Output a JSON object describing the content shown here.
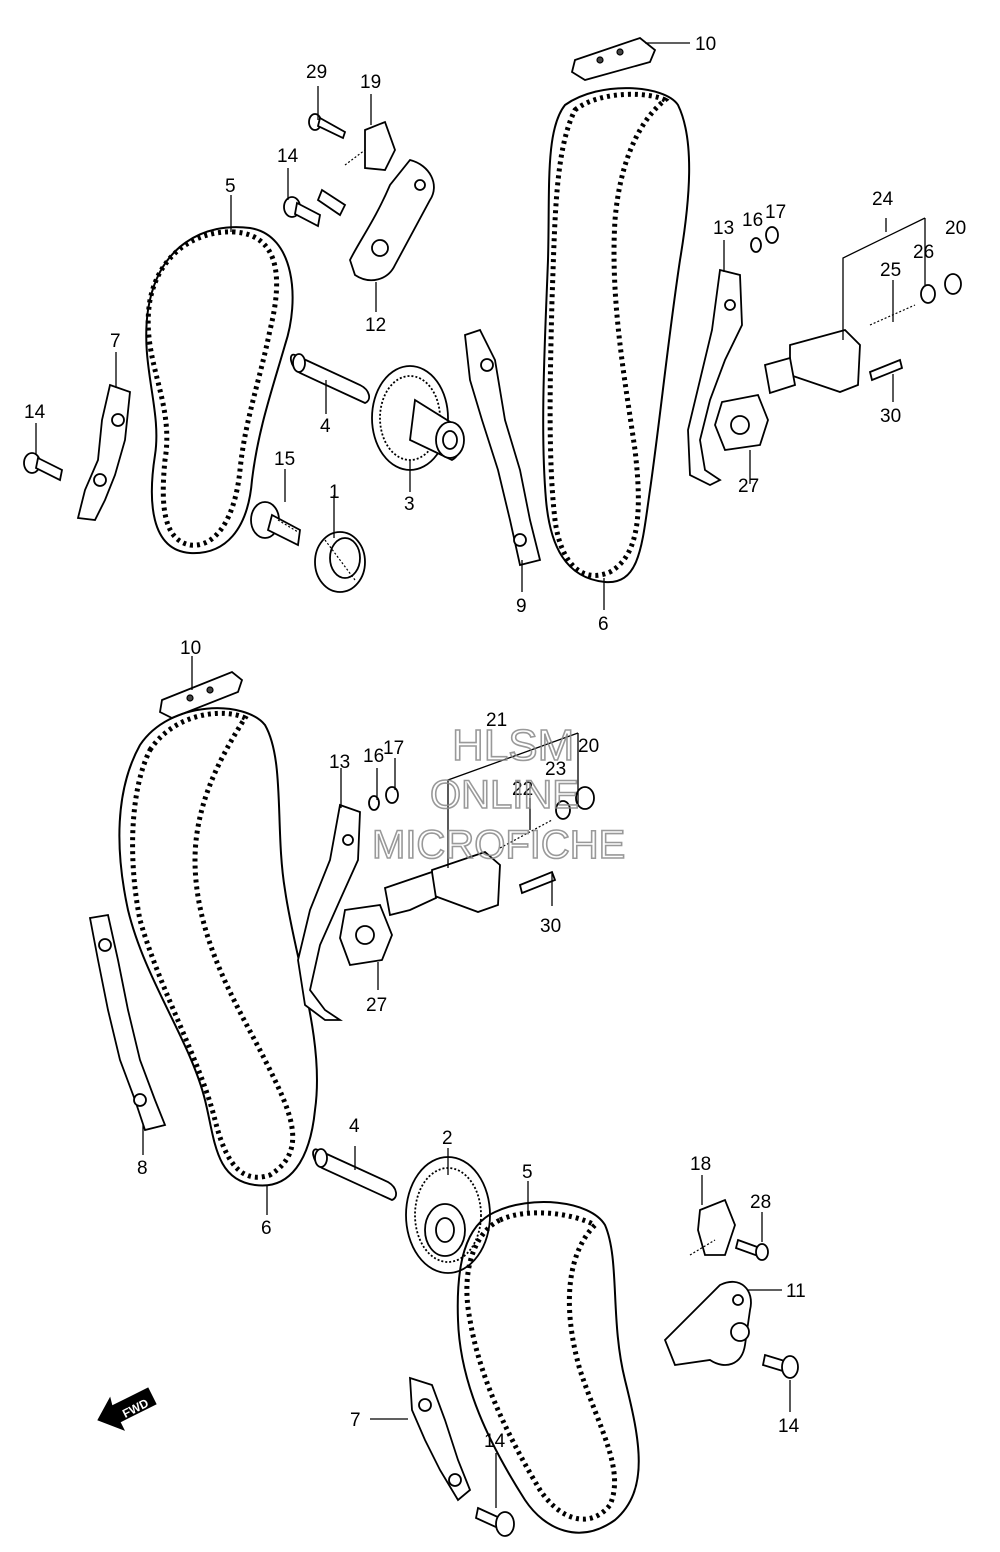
{
  "watermark": {
    "line1": "HLSM",
    "line2": "ONLINE",
    "line3": "MICROFICHE"
  },
  "fwd_label": "FWD",
  "callouts": {
    "c1": "1",
    "c2": "2",
    "c3": "3",
    "c4a": "4",
    "c4b": "4",
    "c5a": "5",
    "c5b": "5",
    "c6a": "6",
    "c6b": "6",
    "c7a": "7",
    "c7b": "7",
    "c8": "8",
    "c9": "9",
    "c10a": "10",
    "c10b": "10",
    "c11": "11",
    "c12": "12",
    "c13a": "13",
    "c13b": "13",
    "c14a": "14",
    "c14b": "14",
    "c14c": "14",
    "c14d": "14",
    "c15": "15",
    "c16a": "16",
    "c16b": "16",
    "c17a": "17",
    "c17b": "17",
    "c18": "18",
    "c19": "19",
    "c20a": "20",
    "c20b": "20",
    "c21": "21",
    "c22": "22",
    "c23": "23",
    "c24": "24",
    "c25": "25",
    "c26": "26",
    "c27a": "27",
    "c27b": "27",
    "c28": "28",
    "c29": "29",
    "c30a": "30",
    "c30b": "30"
  }
}
